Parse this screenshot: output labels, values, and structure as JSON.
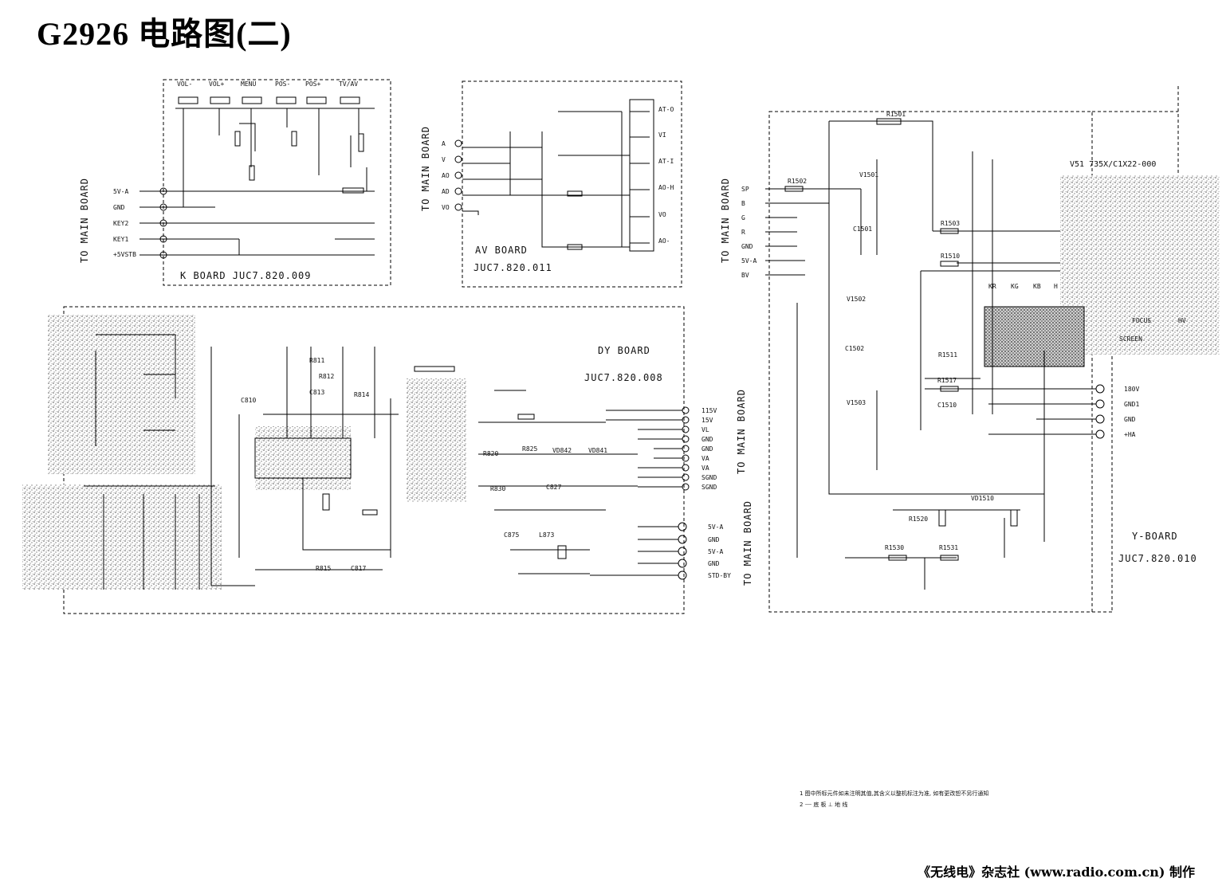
{
  "title": "G2926 电路图(二)",
  "footer": "《无线电》杂志社 (www.radio.com.cn) 制作",
  "k_board": {
    "name": "K  BOARD  JUC7.820.009",
    "to_main": "TO MAIN BOARD",
    "buttons": [
      "VOL-",
      "VOL+",
      "MENU",
      "POS-",
      "POS+",
      "TV/AV"
    ],
    "pins": [
      "5V-A",
      "GND",
      "KEY2",
      "KEY1",
      "+5VSTB"
    ]
  },
  "av_board": {
    "name": "AV BOARD",
    "code": "JUC7.820.011",
    "to_main": "TO MAIN BOARD",
    "jacks": [
      "AT-O",
      "VI",
      "AT-I",
      "AO-H",
      "VO",
      "AO-"
    ],
    "pins": [
      "A",
      "V",
      "AO",
      "AD",
      "VO"
    ]
  },
  "dy_board": {
    "name": "DY BOARD",
    "code": "JUC7.820.008",
    "to_main_top": "TO MAIN BOARD",
    "to_main_bottom": "TO MAIN BOARD",
    "pins_top": [
      "115V",
      "15V",
      "VL",
      "GND",
      "GND",
      "VA",
      "VA",
      "SGND",
      "SGND"
    ],
    "pins_bottom": [
      "5V-A",
      "GND",
      "5V-A",
      "GND",
      "STD-BY"
    ],
    "parts": [
      "C810",
      "R811",
      "R812",
      "C813",
      "R814",
      "R815",
      "C817",
      "R820",
      "R825",
      "C827",
      "R830",
      "VD841",
      "VD842",
      "L873",
      "C875"
    ]
  },
  "y_board": {
    "name": "Y-BOARD",
    "code": "JUC7.820.010",
    "to_main": "TO MAIN BOARD",
    "crt": "V51  735X/C1X22-000",
    "pins_left": [
      "SP",
      "B",
      "G",
      "R",
      "GND",
      "5V-A",
      "BV"
    ],
    "pins_right": [
      "180V",
      "GND1",
      "GND",
      "+HA"
    ],
    "focus": "FOCUS",
    "screen": "SCREEN",
    "hv": "HV",
    "sockets": [
      "KR",
      "KG",
      "KB",
      "H"
    ],
    "parts": [
      "R1501",
      "R1502",
      "R1503",
      "R1510",
      "R1511",
      "R1517",
      "R1520",
      "R1530",
      "R1531",
      "C1501",
      "C1502",
      "C1510",
      "VD1510",
      "V1501",
      "V1502",
      "V1503"
    ]
  },
  "notes": [
    "1  图中所标元件如未注明其值,其含义以整机标注为准, 如有更改恕不另行通知",
    "2  ┈┈ 底 板     ⊥  地 线"
  ]
}
